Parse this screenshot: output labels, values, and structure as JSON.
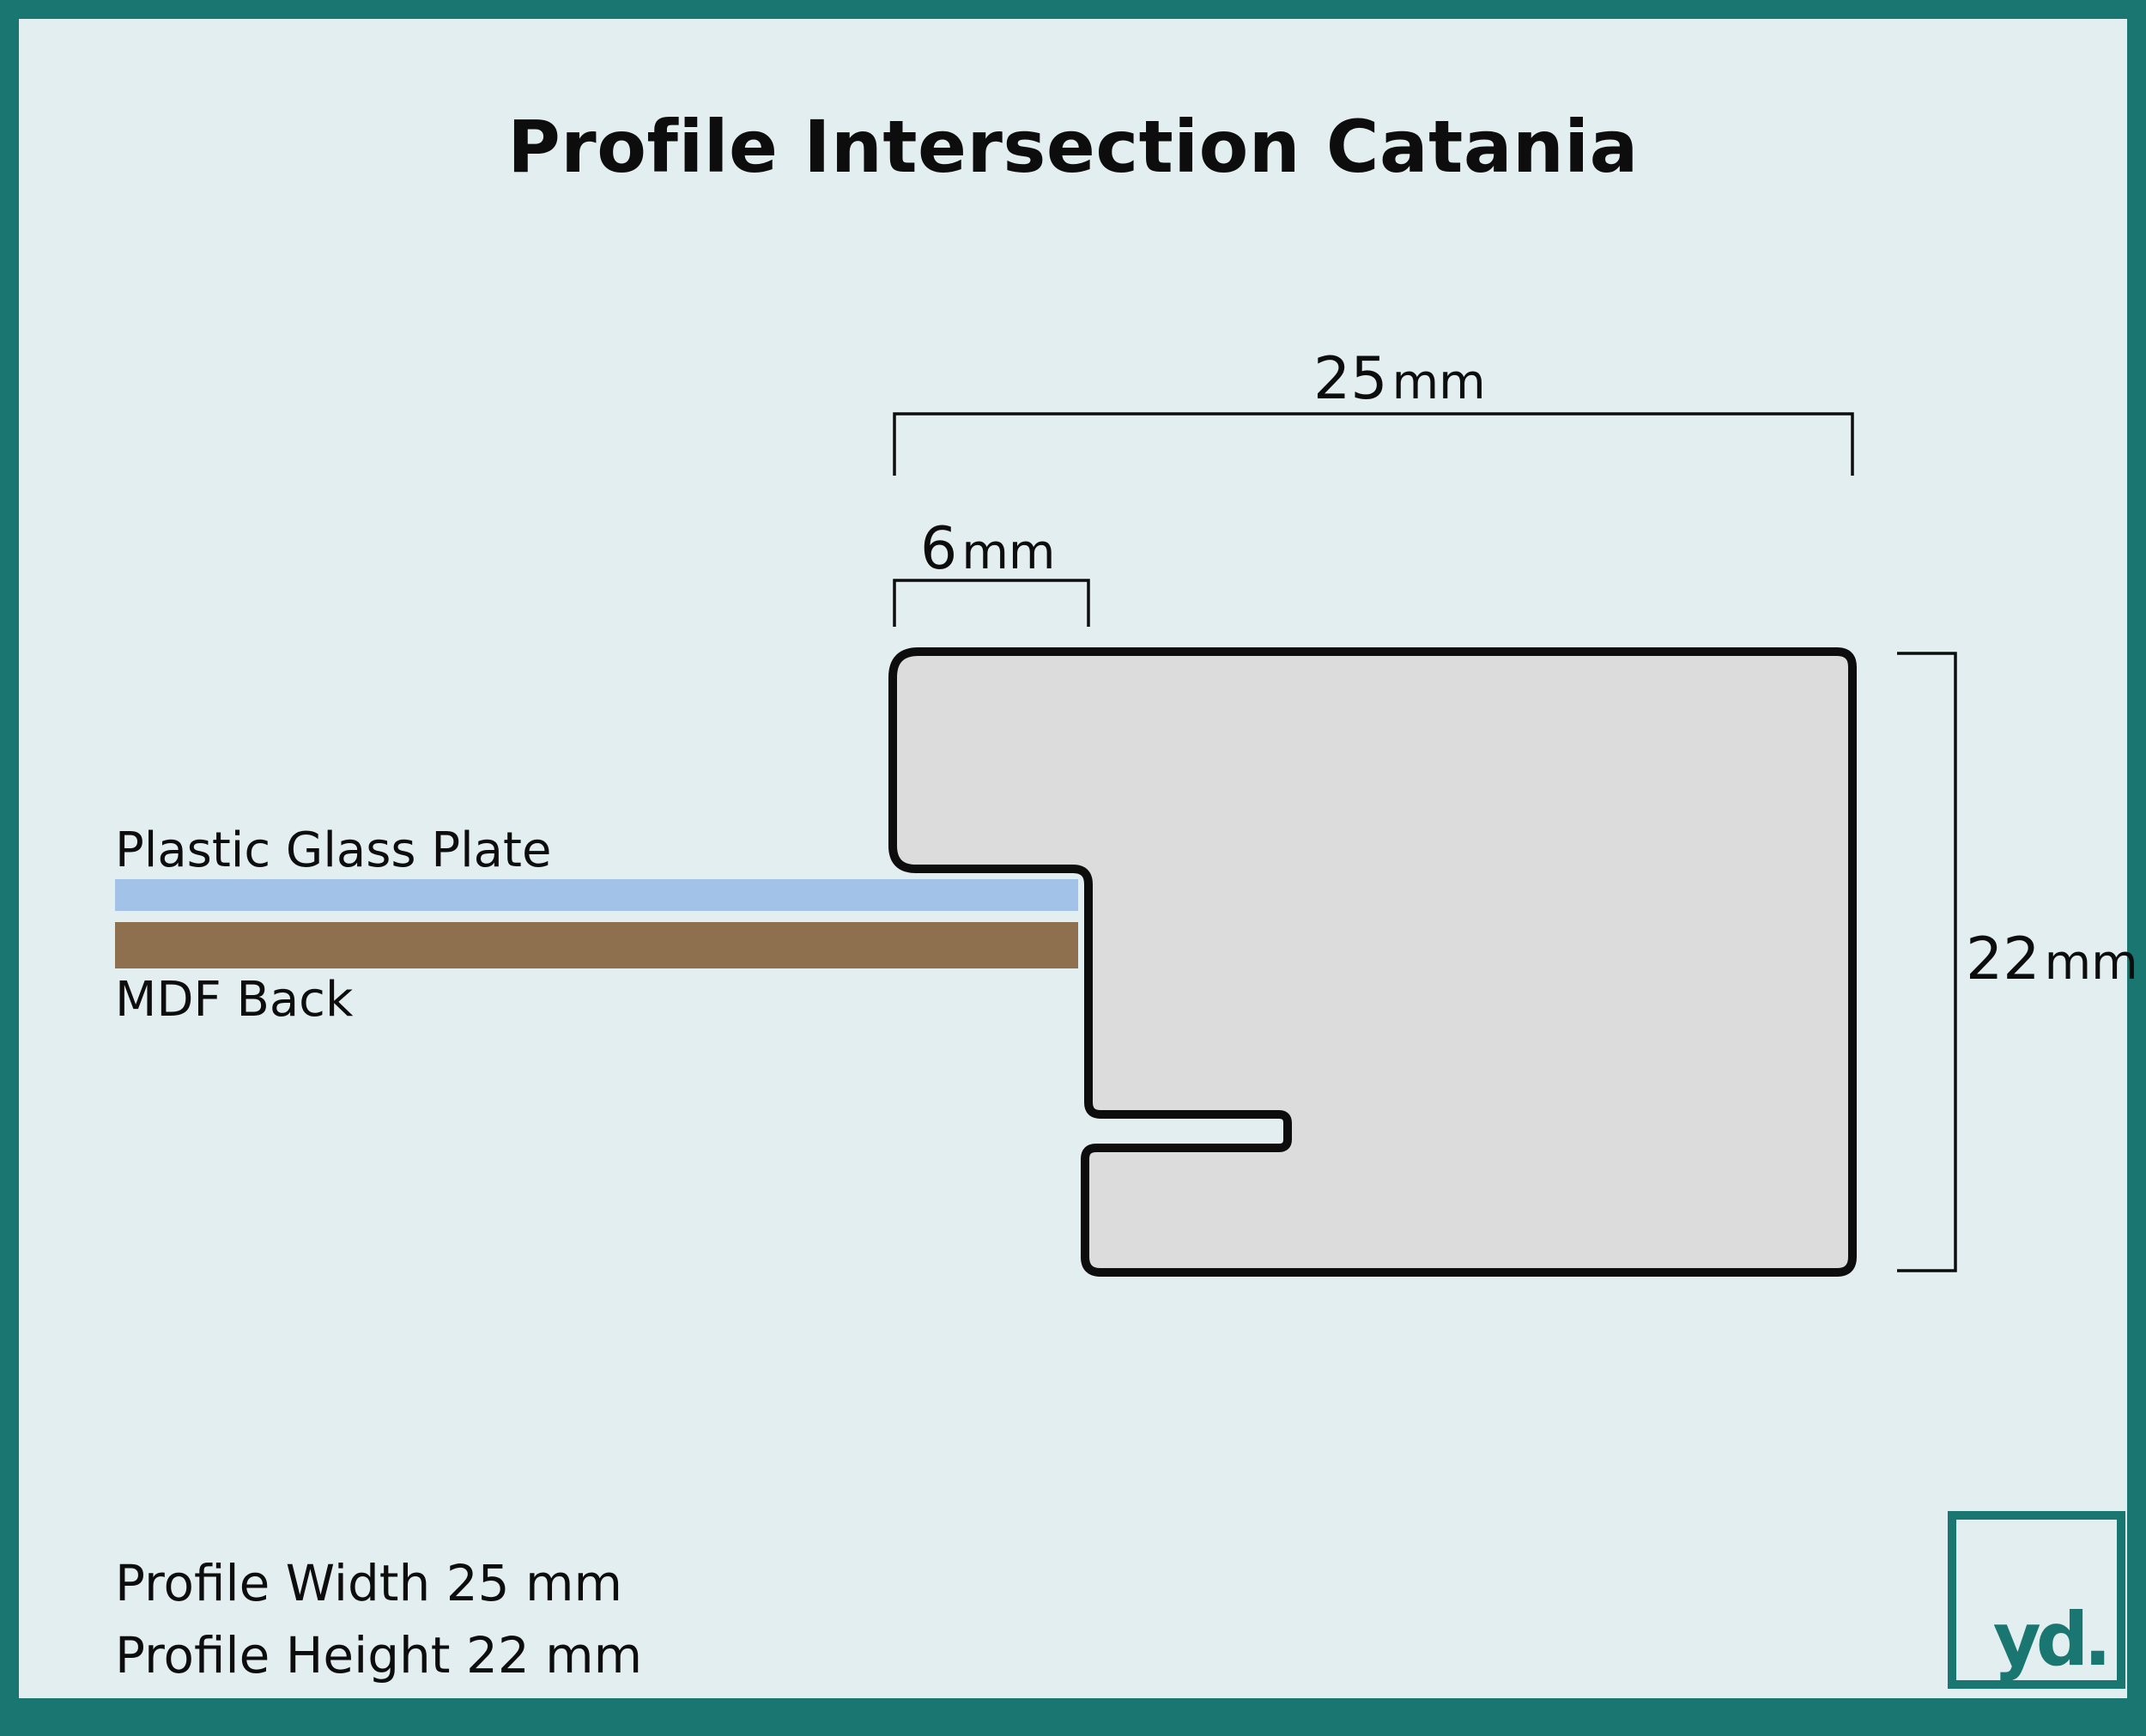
{
  "title": "Profile Intersection Catania",
  "dimensions": {
    "width_total": {
      "value": "25",
      "unit": "mm"
    },
    "lip_width": {
      "value": "6",
      "unit": "mm"
    },
    "height": {
      "value": "22",
      "unit": "mm"
    }
  },
  "layers": {
    "glass_label": "Plastic Glass Plate",
    "back_label": "MDF Back"
  },
  "info": {
    "width_line": "Profile Width 25 mm",
    "height_line": "Profile Height 22 mm"
  },
  "logo": {
    "text": "yd."
  },
  "colors": {
    "background": "#e2eeef",
    "border": "#1a7670",
    "profile_fill": "#dcdcdc",
    "glass": "#a2c2e8",
    "mdf": "#8e6f4e",
    "logo": "#1a7670"
  }
}
